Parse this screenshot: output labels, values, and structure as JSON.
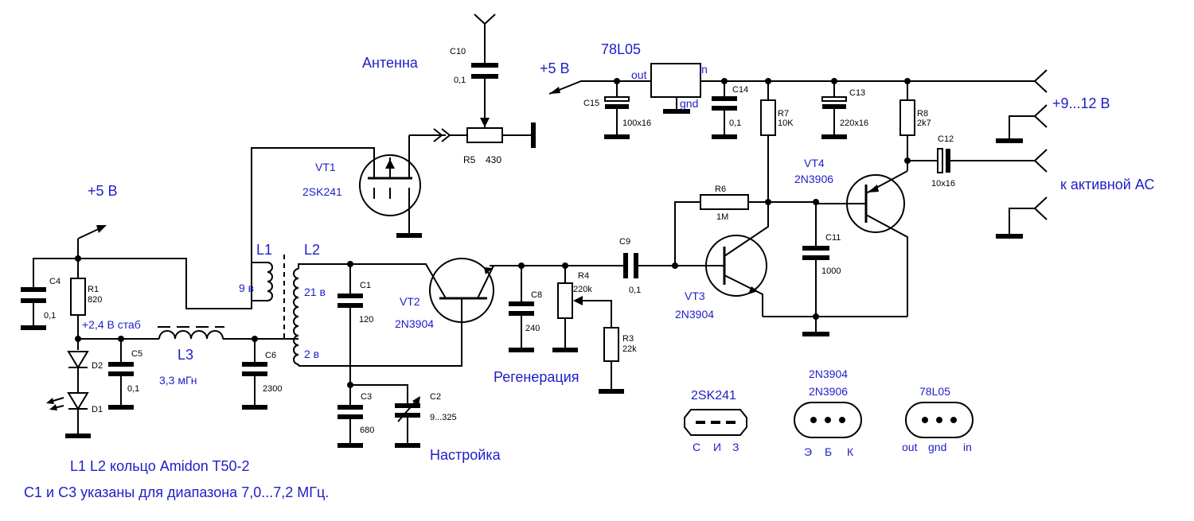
{
  "labels": {
    "antenna": "Антенна",
    "reg_in": "78L05",
    "reg_out": "out",
    "reg_in_pin": "in",
    "reg_gnd": "gnd",
    "plus5_top": "+5 В",
    "plus5_left": "+5 В",
    "supply": "+9...12 В",
    "speaker": "к активной АС",
    "stab": "+2,4 В стаб",
    "regen": "Регенерация",
    "tune": "Настройка",
    "note1": "L1   L2    кольцо Amidon T50-2",
    "note2": "C1 и C3 указаны для диапазона 7,0...7,2 МГц.",
    "l1_turns": "9 в",
    "l2_turns": "21 в",
    "l2_tap": "2 в"
  },
  "components": {
    "C10": {
      "ref": "C10",
      "val": "0,1"
    },
    "R5": {
      "ref": "R5",
      "val": "430"
    },
    "VT1": {
      "ref": "VT1",
      "val": "2SK241"
    },
    "C15": {
      "ref": "C15",
      "val": "100x16"
    },
    "C14": {
      "ref": "C14",
      "val": "0,1"
    },
    "R7": {
      "ref": "R7",
      "val": "10K"
    },
    "C13": {
      "ref": "C13",
      "val": "220x16"
    },
    "R8": {
      "ref": "R8",
      "val": "2k7"
    },
    "C12": {
      "ref": "C12",
      "val": "10x16"
    },
    "VT4": {
      "ref": "VT4",
      "val": "2N3906"
    },
    "R6": {
      "ref": "R6",
      "val": "1M"
    },
    "C11": {
      "ref": "C11",
      "val": "1000"
    },
    "VT3": {
      "ref": "VT3",
      "val": "2N3904"
    },
    "C9": {
      "ref": "C9",
      "val": "0,1"
    },
    "R4": {
      "ref": "R4",
      "val": "220k"
    },
    "R3": {
      "ref": "R3",
      "val": "22k"
    },
    "C8": {
      "ref": "C8",
      "val": "240"
    },
    "VT2": {
      "ref": "VT2",
      "val": "2N3904"
    },
    "C1": {
      "ref": "C1",
      "val": "120"
    },
    "C3": {
      "ref": "C3",
      "val": "680"
    },
    "C2": {
      "ref": "C2",
      "val": "9...325"
    },
    "C6": {
      "ref": "C6",
      "val": "2300"
    },
    "L3": {
      "ref": "L3",
      "val": "3,3 мГн"
    },
    "C5": {
      "ref": "C5",
      "val": "0,1"
    },
    "C4": {
      "ref": "C4",
      "val": "0,1"
    },
    "R1": {
      "ref": "R1",
      "val": "820"
    },
    "D2": {
      "ref": "D2"
    },
    "D1": {
      "ref": "D1"
    },
    "L1": {
      "ref": "L1"
    },
    "L2": {
      "ref": "L2"
    }
  },
  "pinouts": {
    "jfet": {
      "name": "2SK241",
      "pins": [
        "С",
        "И",
        "З"
      ]
    },
    "bjt": {
      "name1": "2N3904",
      "name2": "2N3906",
      "pins": [
        "Э",
        "Б",
        "К"
      ]
    },
    "reg": {
      "name": "78L05",
      "pins": [
        "out",
        "gnd",
        "in"
      ]
    }
  }
}
